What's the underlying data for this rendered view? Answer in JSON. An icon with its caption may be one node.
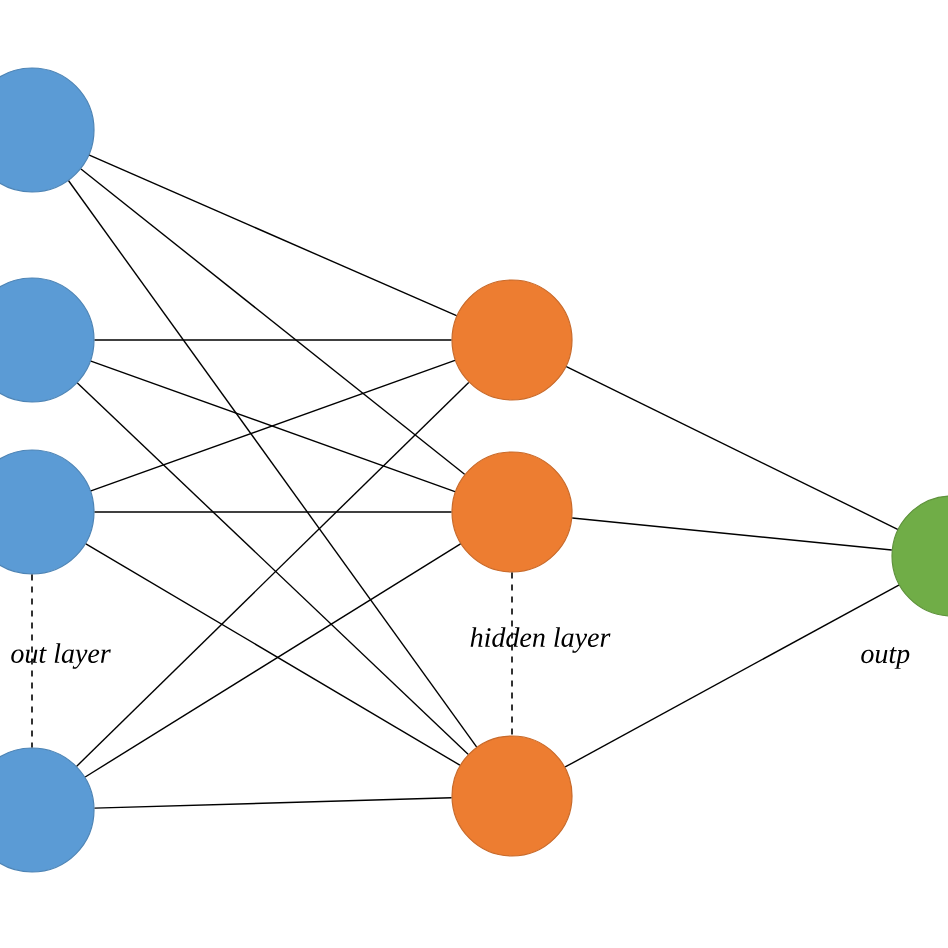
{
  "diagram": {
    "nodes": [
      {
        "text": [],
        "shape": "circle"
      },
      {
        "text": [],
        "shape": "circle"
      },
      {
        "text": [],
        "shape": "circle"
      },
      {
        "text": [],
        "shape": "circle"
      },
      {
        "text": [],
        "shape": "circle"
      },
      {
        "text": [],
        "shape": "circle"
      },
      {
        "text": [],
        "shape": "circle"
      },
      {
        "text": [],
        "shape": "circle"
      }
    ],
    "edges": [
      {
        "from": 0,
        "to": 4,
        "arrow": "none"
      },
      {
        "from": 0,
        "to": 5,
        "arrow": "none"
      },
      {
        "from": 0,
        "to": 6,
        "arrow": "none"
      },
      {
        "from": 1,
        "to": 4,
        "arrow": "none"
      },
      {
        "from": 1,
        "to": 5,
        "arrow": "none"
      },
      {
        "from": 1,
        "to": 6,
        "arrow": "none"
      },
      {
        "from": 2,
        "to": 4,
        "arrow": "none"
      },
      {
        "from": 2,
        "to": 5,
        "arrow": "none"
      },
      {
        "from": 2,
        "to": 6,
        "arrow": "none"
      },
      {
        "from": 3,
        "to": 4,
        "arrow": "none"
      },
      {
        "from": 3,
        "to": 5,
        "arrow": "none"
      },
      {
        "from": 3,
        "to": 6,
        "arrow": "none"
      },
      {
        "from": 4,
        "to": 7,
        "arrow": "none"
      },
      {
        "from": 5,
        "to": 7,
        "arrow": "none"
      },
      {
        "from": 6,
        "to": 7,
        "arrow": "none"
      },
      {
        "from": 2,
        "to": 3,
        "arrow": "none",
        "style": "dashed"
      },
      {
        "from": 5,
        "to": 6,
        "arrow": "none",
        "style": "dashed"
      }
    ],
    "labels": [
      "out layer",
      "hidden layer",
      "outp"
    ]
  }
}
